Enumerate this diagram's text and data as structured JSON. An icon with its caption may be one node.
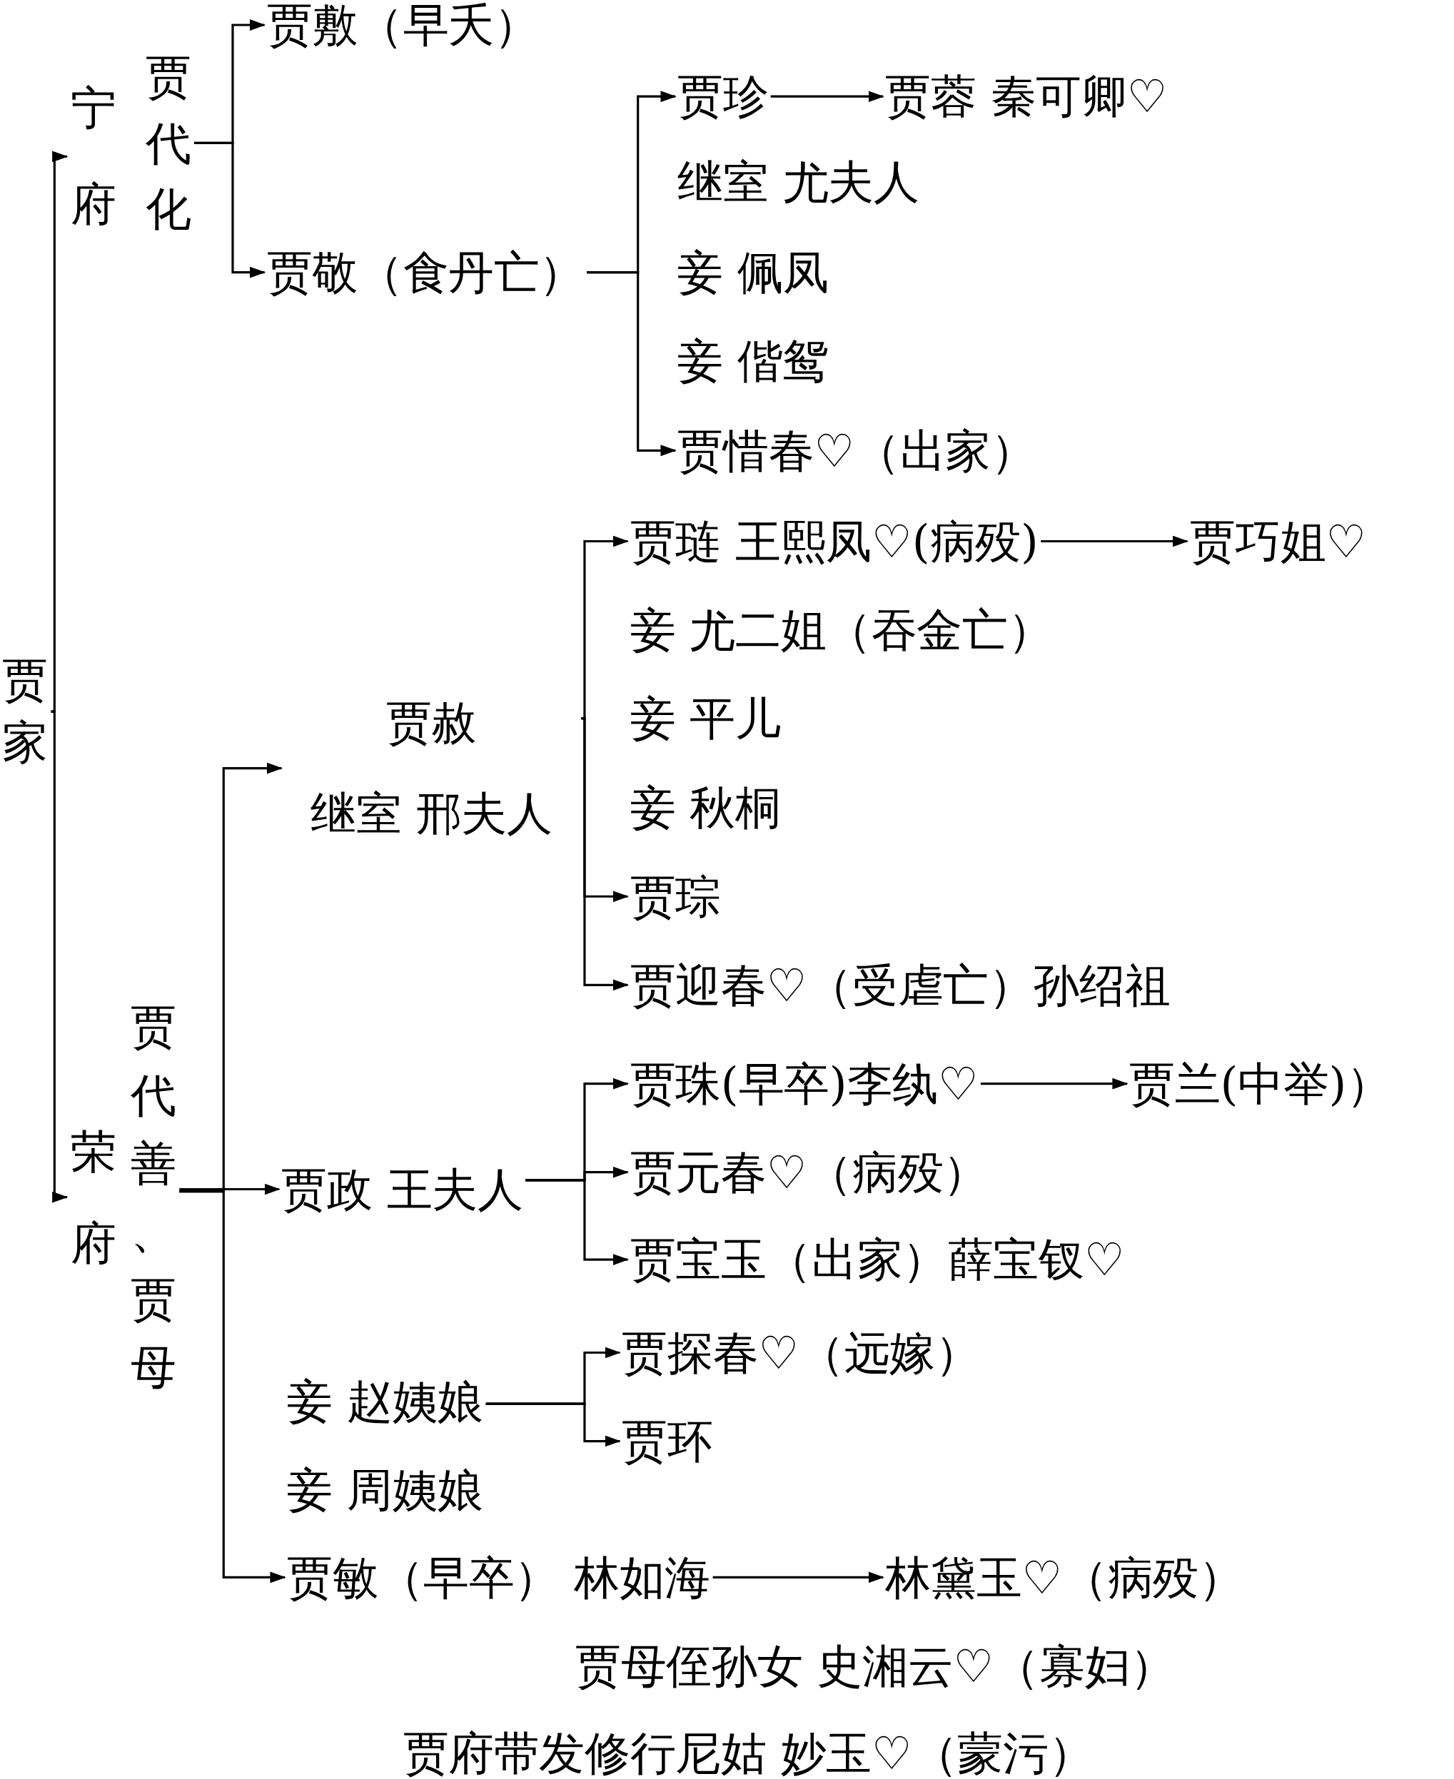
{
  "diagram": {
    "nodes": [
      {
        "text": [
          "贾家"
        ]
      },
      {
        "text": [
          "宁府"
        ]
      },
      {
        "text": [
          "荣府"
        ]
      },
      {
        "text": [
          "贾代化"
        ]
      },
      {
        "text": [
          "贾敷（早夭）"
        ]
      },
      {
        "text": [
          "贾敬（食丹亡）"
        ]
      },
      {
        "text": [
          "贾珍"
        ]
      },
      {
        "text": [
          "贾蓉 秦可卿♡"
        ]
      },
      {
        "text": [
          "贾惜春♡（出家）"
        ]
      },
      {
        "text": [
          "贾赦",
          "继室 邢夫人"
        ]
      },
      {
        "text": [
          "贾琏 王熙凤♡(病殁)"
        ]
      },
      {
        "text": [
          "贾巧姐♡"
        ]
      },
      {
        "text": [
          "贾琮"
        ]
      },
      {
        "text": [
          "贾迎春♡（受虐亡）孙绍祖"
        ]
      },
      {
        "text": [
          "贾代善、贾母"
        ]
      },
      {
        "text": [
          "贾政 王夫人"
        ]
      },
      {
        "text": [
          "贾珠(早卒)李纨♡"
        ]
      },
      {
        "text": [
          "贾兰(中举)）"
        ]
      },
      {
        "text": [
          "贾元春♡（病殁）"
        ]
      },
      {
        "text": [
          "贾宝玉（出家）薛宝钗♡"
        ]
      },
      {
        "text": [
          "妾 赵姨娘"
        ]
      },
      {
        "text": [
          "贾探春♡（远嫁）"
        ]
      },
      {
        "text": [
          "贾环"
        ]
      },
      {
        "text": [
          "贾敏（早卒） 林如海"
        ]
      },
      {
        "text": [
          "林黛玉♡（病殁）"
        ]
      }
    ],
    "edges": [
      {
        "from": 0,
        "to": 1,
        "arrow": "to"
      },
      {
        "from": 0,
        "to": 2,
        "arrow": "to"
      },
      {
        "from": 3,
        "to": 4,
        "arrow": "to"
      },
      {
        "from": 3,
        "to": 5,
        "arrow": "to"
      },
      {
        "from": 5,
        "to": 6,
        "arrow": "to"
      },
      {
        "from": 5,
        "to": 8,
        "arrow": "to"
      },
      {
        "from": 6,
        "to": 7,
        "arrow": "to"
      },
      {
        "from": 14,
        "to": 9,
        "arrow": "to"
      },
      {
        "from": 14,
        "to": 15,
        "arrow": "to"
      },
      {
        "from": 14,
        "to": 23,
        "arrow": "to"
      },
      {
        "from": 9,
        "to": 10,
        "arrow": "to"
      },
      {
        "from": 9,
        "to": 12,
        "arrow": "to"
      },
      {
        "from": 9,
        "to": 13,
        "arrow": "to"
      },
      {
        "from": 10,
        "to": 11,
        "arrow": "to"
      },
      {
        "from": 15,
        "to": 16,
        "arrow": "to"
      },
      {
        "from": 15,
        "to": 18,
        "arrow": "to"
      },
      {
        "from": 15,
        "to": 19,
        "arrow": "to"
      },
      {
        "from": 16,
        "to": 17,
        "arrow": "to"
      },
      {
        "from": 20,
        "to": 21,
        "arrow": "to"
      },
      {
        "from": 20,
        "to": 22,
        "arrow": "to"
      },
      {
        "from": 23,
        "to": 24,
        "arrow": "to"
      }
    ],
    "labels": [
      "继室 尤夫人",
      "妾 佩凤",
      "妾 偕鸳",
      "妾 尤二姐（吞金亡）",
      "妾 平儿",
      "妾 秋桐",
      "妾 周姨娘",
      "贾母侄孙女 史湘云♡（寡妇）",
      "贾府带发修行尼姑 妙玉♡（蒙污）"
    ]
  }
}
